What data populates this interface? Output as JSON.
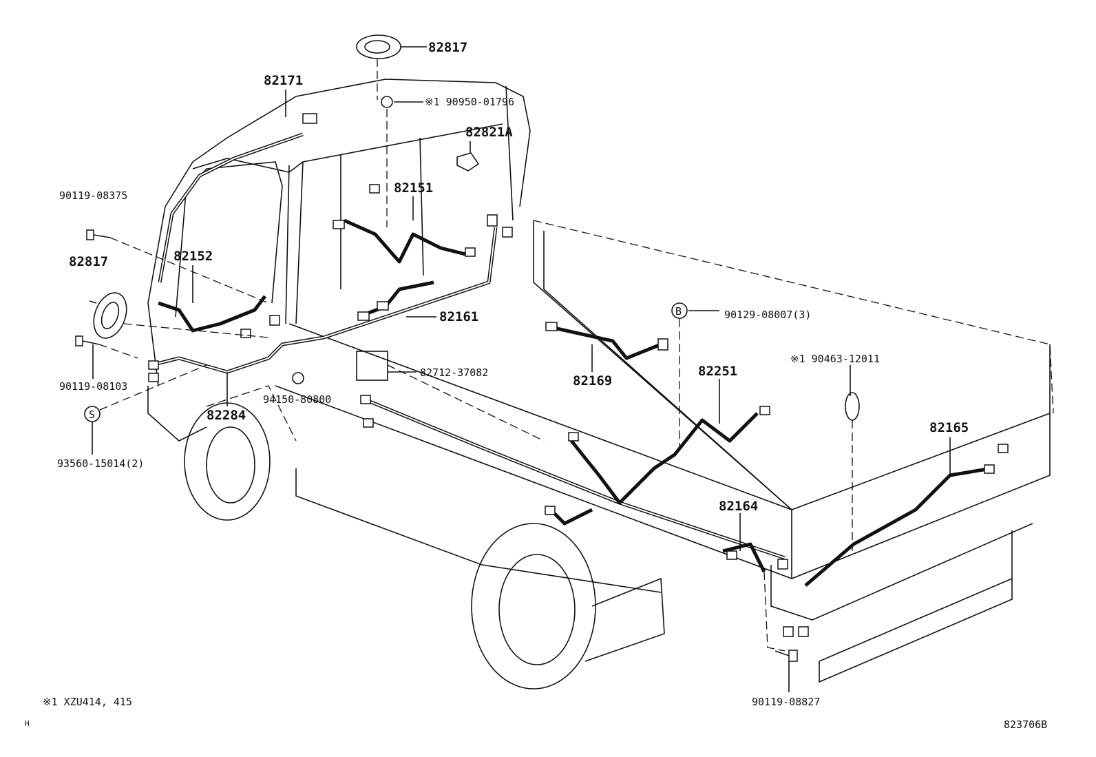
{
  "diagram": {
    "labels": {
      "p82817_top": "82817",
      "p90950": "※1 90950-01796",
      "p82821A": "82821A",
      "p82171": "82171",
      "p82151": "82151",
      "p90119_08375": "90119-08375",
      "p82817_left": "82817",
      "p82152": "82152",
      "p82161": "82161",
      "p90129": "90129-08007(3)",
      "p90463": "※1 90463-12011",
      "p82712": "82712-37082",
      "p82169": "82169",
      "p82251": "82251",
      "p90119_08103": "90119-08103",
      "p94150": "94150-80800",
      "p82284": "82284",
      "p82165": "82165",
      "p93560": "93560-15014(2)",
      "p82164": "82164",
      "p90119_08827": "90119-08827"
    },
    "markers": {
      "b": "B",
      "s": "S"
    },
    "footnote": "※1 XZU414, 415",
    "scale_mark": "H",
    "drawing_code": "823706B"
  }
}
